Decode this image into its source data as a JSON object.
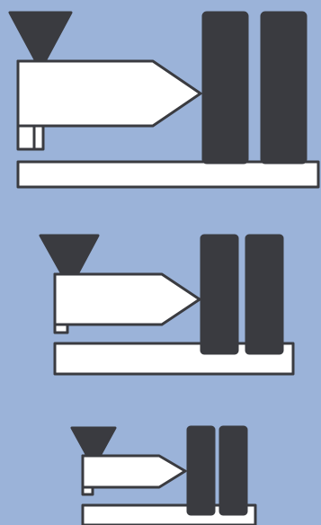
{
  "colors": {
    "background": "#9BB3D9",
    "outline": "#3A3B40",
    "fill_light": "#FFFFFF",
    "fill_dark": "#3A3B40"
  },
  "icons": [
    {
      "name": "injection-molding-machine-icon",
      "size": "large"
    },
    {
      "name": "injection-molding-machine-icon",
      "size": "medium"
    },
    {
      "name": "injection-molding-machine-icon",
      "size": "small"
    }
  ]
}
